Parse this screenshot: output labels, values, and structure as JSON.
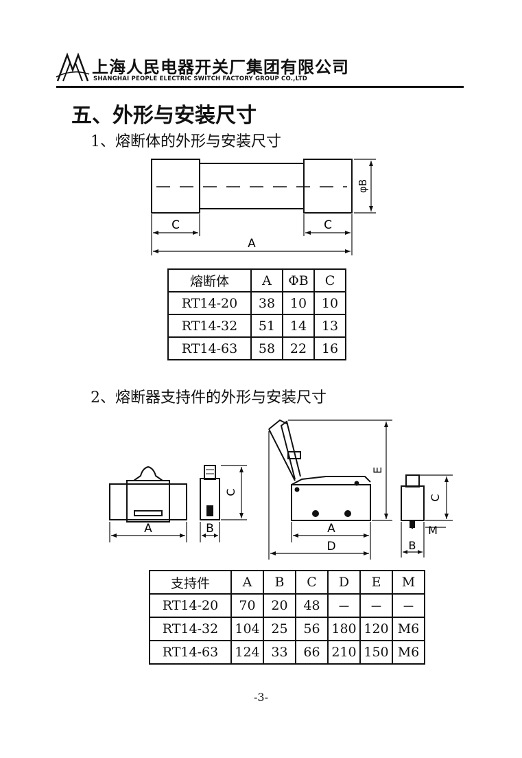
{
  "header": {
    "company_cn": "上海人民电器开关厂集团有限公司",
    "company_en": "SHANGHAI PEOPLE ELECTRIC SWITCH FACTORY GROUP CO.,LTD",
    "logo_icon": "company-logo-icon"
  },
  "section_title": "五、外形与安装尺寸",
  "fuse_link": {
    "heading": "1、熔断体的外形与安装尺寸",
    "diagram_labels": {
      "a": "A",
      "c_left": "C",
      "c_right": "C",
      "phi_b": "φB"
    },
    "table": {
      "headers": [
        "熔断体",
        "A",
        "ΦB",
        "C"
      ],
      "rows": [
        [
          "RT14-20",
          "38",
          "10",
          "10"
        ],
        [
          "RT14-32",
          "51",
          "14",
          "13"
        ],
        [
          "RT14-63",
          "58",
          "22",
          "16"
        ]
      ]
    }
  },
  "fuse_holder": {
    "heading": "2、熔断器支持件的外形与安装尺寸",
    "diagram_labels": {
      "a1": "A",
      "b1": "B",
      "c1": "C",
      "a2": "A",
      "d": "D",
      "e": "E",
      "c2": "C",
      "m": "M",
      "b2": "B"
    },
    "table": {
      "headers": [
        "支持件",
        "A",
        "B",
        "C",
        "D",
        "E",
        "M"
      ],
      "rows": [
        [
          "RT14-20",
          "70",
          "20",
          "48",
          "－",
          "－",
          "－"
        ],
        [
          "RT14-32",
          "104",
          "25",
          "56",
          "180",
          "120",
          "M6"
        ],
        [
          "RT14-63",
          "124",
          "33",
          "66",
          "210",
          "150",
          "M6"
        ]
      ]
    }
  },
  "page_number": "-3-"
}
